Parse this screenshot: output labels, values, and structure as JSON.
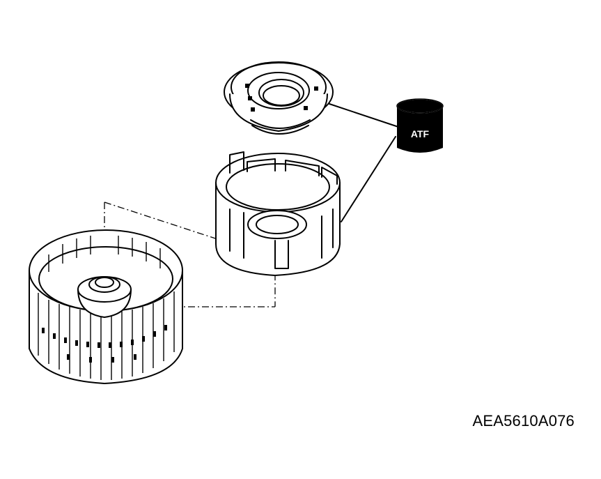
{
  "labels": {
    "atf": "ATF",
    "reference_code": "AEA5610A076"
  },
  "parts": [
    "piston",
    "clutch-drum",
    "clutch-hub",
    "atf-container"
  ],
  "colors": {
    "ink": "#000000",
    "paper": "#ffffff"
  }
}
